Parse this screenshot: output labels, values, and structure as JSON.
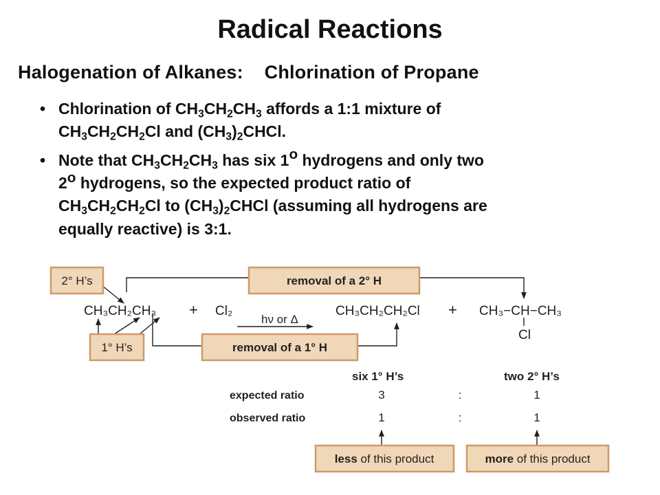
{
  "title": "Radical Reactions",
  "subtitle": "Halogenation of Alkanes:    Chlorination of Propane",
  "bullet1": {
    "line1": [
      "Chlorination of CH",
      "3",
      "CH",
      "2",
      "CH",
      "3",
      " affords a 1:1 mixture of"
    ],
    "line2": [
      "CH",
      "3",
      "CH",
      "2",
      "CH",
      "2",
      "Cl and (CH",
      "3",
      ")",
      "2",
      "CHCl."
    ]
  },
  "bullet2": {
    "line1": [
      "Note that CH",
      "3",
      "CH",
      "2",
      "CH",
      "3",
      " has six 1",
      "o",
      " hydrogens and only two"
    ],
    "line2": [
      "2",
      "o",
      " hydrogens, so the expected product ratio of"
    ],
    "line3": [
      "CH",
      "3",
      "CH",
      "2",
      "CH",
      "2",
      "Cl to (CH",
      "3",
      ")",
      "2",
      "CHCl (assuming all hydrogens are"
    ],
    "line4": [
      "equally reactive) is 3:1."
    ]
  },
  "bullet_char": "•",
  "diagram": {
    "box_2h": "2° H’s",
    "box_1h": "1° H’s",
    "removal_2": "removal of a 2° H",
    "removal_1": "removal of a 1° H",
    "reactant": "CH₃CH₂CH₃",
    "plus1": "+",
    "cl2": "Cl₂",
    "conditions": "hν or Δ",
    "product1": "CH₃CH₂CH₂Cl",
    "plus2": "+",
    "product2": "CH₃−CH−CH₃",
    "product2_cl": "Cl",
    "col1_header": "six 1° H’s",
    "col2_header": "two 2° H’s",
    "row1_label": "expected ratio",
    "row2_label": "observed ratio",
    "expected": [
      "3",
      ":",
      "1"
    ],
    "observed": [
      "1",
      ":",
      "1"
    ],
    "less_bold": "less",
    "less_rest": " of this product",
    "more_bold": "more",
    "more_rest": " of this product"
  },
  "colors": {
    "box_fill": "#f0d7b8",
    "box_border": "#cd9a68"
  }
}
